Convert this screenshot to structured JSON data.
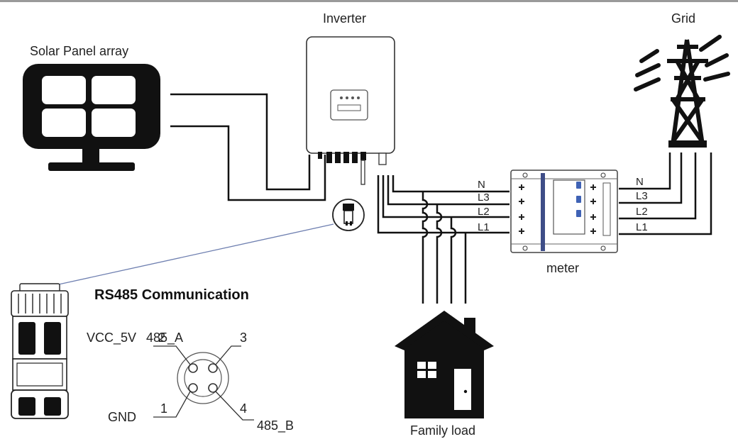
{
  "labels": {
    "solar": "Solar Panel array",
    "inverter": "Inverter",
    "grid": "Grid",
    "meter": "meter",
    "family_load": "Family load",
    "rs485_title": "RS485 Communication"
  },
  "meter_wiring": {
    "left_lines": [
      "N",
      "L3",
      "L2",
      "L1"
    ],
    "right_lines": [
      "N",
      "L3",
      "L2",
      "L1"
    ]
  },
  "rs485_pins": {
    "vcc": "VCC_5V",
    "a": "485_A",
    "b": "485_B",
    "gnd": "GND",
    "pin1": "1",
    "pin2": "2",
    "pin3": "3",
    "pin4": "4"
  },
  "colors": {
    "line": "#111111",
    "meter_stripe": "#3e4d87",
    "meter_button": "#3f62b5",
    "callout_line": "#6e7fb0"
  }
}
